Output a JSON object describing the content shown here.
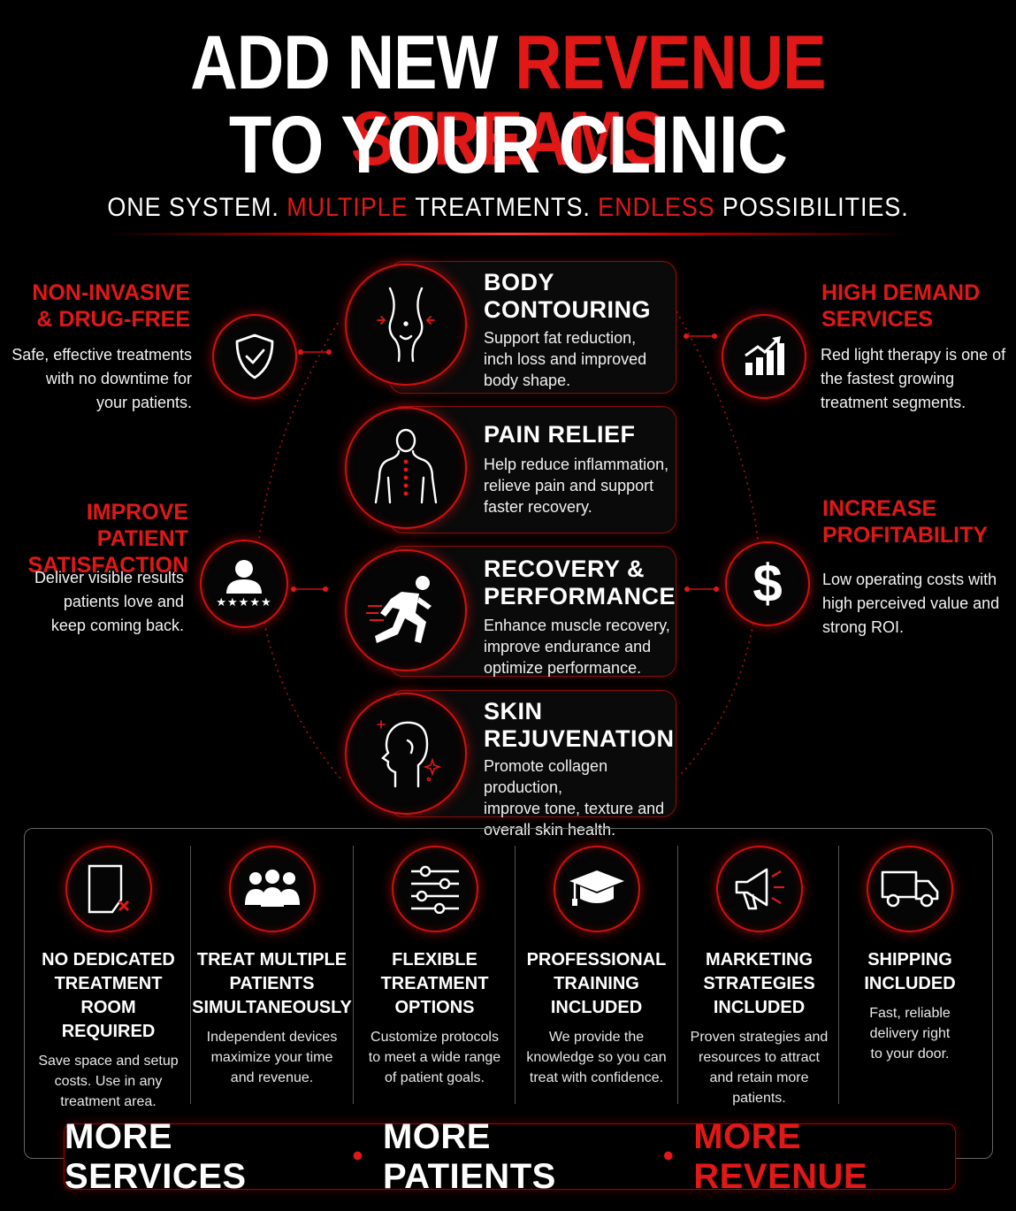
{
  "header": {
    "title_white_1": "ADD NEW ",
    "title_red": "REVENUE STREAMS",
    "title_line2": "TO YOUR CLINIC",
    "subtitle_1": "ONE SYSTEM. ",
    "subtitle_red_1": "MULTIPLE",
    "subtitle_2": " TREATMENTS. ",
    "subtitle_red_2": "ENDLESS",
    "subtitle_3": " POSSIBILITIES."
  },
  "treatments": [
    {
      "title_1": "BODY",
      "title_2": "CONTOURING",
      "desc_1": "Support fat reduction,",
      "desc_2": "inch loss and improved",
      "desc_3": "body shape.",
      "icon": "body-silhouette-icon"
    },
    {
      "title_1": "PAIN RELIEF",
      "title_2": "",
      "desc_1": "Help reduce inflammation,",
      "desc_2": "relieve pain and support",
      "desc_3": "faster recovery.",
      "icon": "back-spine-icon"
    },
    {
      "title_1": "RECOVERY &",
      "title_2": "PERFORMANCE",
      "desc_1": "Enhance muscle recovery,",
      "desc_2": "improve endurance and",
      "desc_3": "optimize performance.",
      "icon": "runner-icon"
    },
    {
      "title_1": "SKIN",
      "title_2": "REJUVENATION",
      "desc_1": "Promote collagen production,",
      "desc_2": "improve tone, texture and",
      "desc_3": "overall skin health.",
      "icon": "face-profile-icon"
    }
  ],
  "benefits_left": [
    {
      "title_1": "NON-INVASIVE",
      "title_2": "& DRUG-FREE",
      "desc_1": "Safe, effective treatments",
      "desc_2": "with no downtime for",
      "desc_3": "your patients.",
      "icon": "shield-check-icon"
    },
    {
      "title_1": "IMPROVE PATIENT",
      "title_2": "SATISFACTION",
      "desc_1": "Deliver visible results",
      "desc_2": "patients love and",
      "desc_3": "keep coming back.",
      "icon": "user-rating-icon"
    }
  ],
  "benefits_right": [
    {
      "title_1": "HIGH DEMAND",
      "title_2": "SERVICES",
      "desc_1": "Red light therapy is one of",
      "desc_2": "the fastest growing",
      "desc_3": "treatment segments.",
      "icon": "growth-chart-icon"
    },
    {
      "title_1": "INCREASE",
      "title_2": "PROFITABILITY",
      "desc_1": "Low operating costs with",
      "desc_2": "high perceived value and",
      "desc_3": "strong ROI.",
      "icon": "dollar-icon"
    }
  ],
  "rating_stars": "★★★★★",
  "dollar_sign": "$",
  "features": [
    {
      "t1": "NO DEDICATED",
      "t2": "TREATMENT ROOM",
      "t3": "REQUIRED",
      "d1": "Save space and setup",
      "d2": "costs. Use in any",
      "d3": "treatment area.",
      "d4": ""
    },
    {
      "t1": "TREAT MULTIPLE",
      "t2": "PATIENTS",
      "t3": "SIMULTANEOUSLY",
      "d1": "Independent devices",
      "d2": "maximize your time",
      "d3": "and revenue.",
      "d4": ""
    },
    {
      "t1": "FLEXIBLE",
      "t2": "TREATMENT",
      "t3": "OPTIONS",
      "d1": "Customize protocols",
      "d2": "to meet a wide range",
      "d3": "of patient goals.",
      "d4": ""
    },
    {
      "t1": "PROFESSIONAL",
      "t2": "TRAINING",
      "t3": "INCLUDED",
      "d1": "We provide the",
      "d2": "knowledge so you can",
      "d3": "treat with confidence.",
      "d4": ""
    },
    {
      "t1": "MARKETING",
      "t2": "STRATEGIES",
      "t3": "INCLUDED",
      "d1": "Proven strategies and",
      "d2": "resources to attract",
      "d3": "and retain more",
      "d4": "patients."
    },
    {
      "t1": "SHIPPING",
      "t2": "INCLUDED",
      "t3": "",
      "d1": "Fast, reliable",
      "d2": "delivery right",
      "d3": "to your door.",
      "d4": ""
    }
  ],
  "banner": {
    "item_1": "MORE SERVICES",
    "item_2": "MORE PATIENTS",
    "item_3": "MORE REVENUE",
    "separator": "•"
  },
  "colors": {
    "accent": "#e01818",
    "background": "#000000"
  }
}
